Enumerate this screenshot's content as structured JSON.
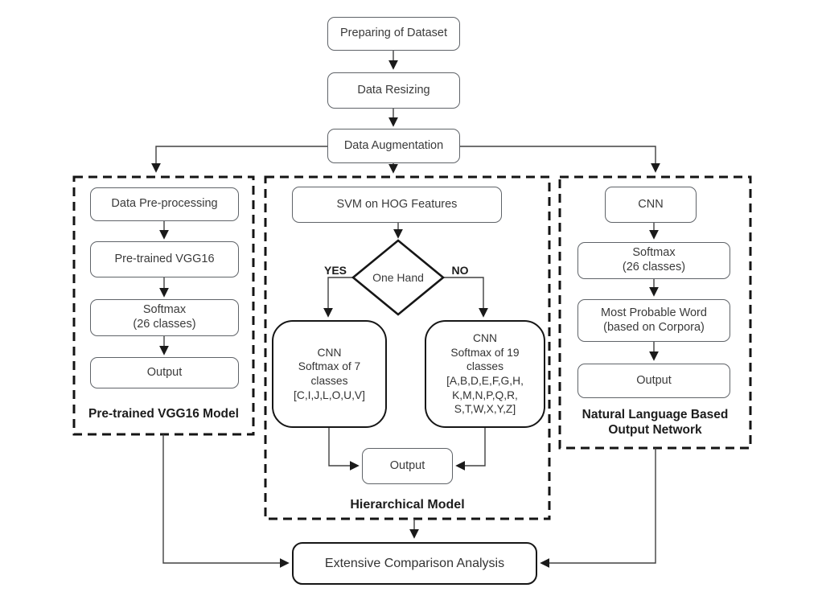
{
  "top_flow": {
    "preparing_dataset": "Preparing of Dataset",
    "data_resizing": "Data Resizing",
    "data_augmentation": "Data Augmentation"
  },
  "vgg_branch": {
    "label": "Pre-trained VGG16 Model",
    "data_preprocessing": "Data Pre-processing",
    "pretrained_vgg16": "Pre-trained VGG16",
    "softmax": "Softmax\n(26 classes)",
    "output": "Output"
  },
  "hierarchical_branch": {
    "label": "Hierarchical Model",
    "svm_hog": "SVM on HOG Features",
    "decision": "One Hand",
    "decision_yes": "YES",
    "decision_no": "NO",
    "cnn_one_hand": "CNN\nSoftmax of 7\nclasses\n[C,I,J,L,O,U,V]",
    "cnn_two_hand": "CNN\nSoftmax of 19\nclasses\n[A,B,D,E,F,G,H,\nK,M,N,P,Q,R,\nS,T,W,X,Y,Z]",
    "output": "Output"
  },
  "nlp_branch": {
    "label": "Natural Language Based\nOutput Network",
    "cnn": "CNN",
    "softmax": "Softmax\n(26 classes)",
    "most_probable_word": "Most Probable Word\n(based on Corpora)",
    "output": "Output"
  },
  "final": {
    "comparison": "Extensive Comparison Analysis"
  },
  "colors": {
    "background": "#ffffff",
    "thin_stroke": "#5f6368",
    "thick_stroke": "#161616",
    "wire": "#404040",
    "text": "#3a3a3a"
  }
}
